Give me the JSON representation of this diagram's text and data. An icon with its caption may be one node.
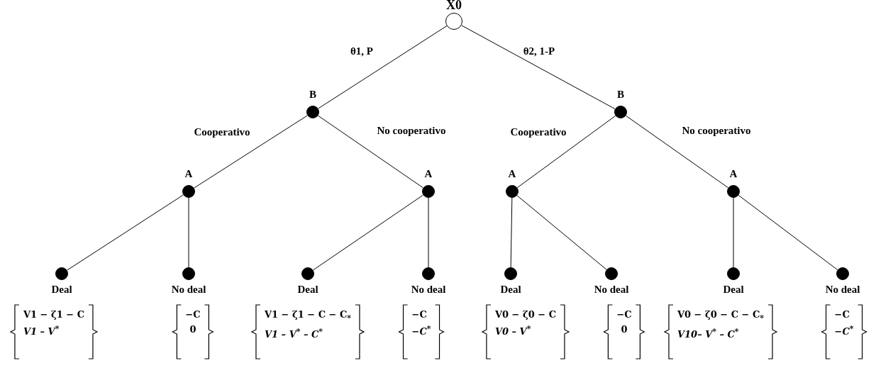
{
  "diagram": {
    "nodes": [
      {
        "text": [
          "X0"
        ]
      },
      {
        "text": [
          "B"
        ]
      },
      {
        "text": [
          "B"
        ]
      },
      {
        "text": [
          "A"
        ]
      },
      {
        "text": [
          "A"
        ]
      },
      {
        "text": [
          "A"
        ]
      },
      {
        "text": [
          "A"
        ]
      },
      {
        "text": [
          "Deal"
        ],
        "beside": [
          "V1 − ζ1 − C",
          "V1 – V$^{*}$"
        ]
      },
      {
        "text": [
          "No deal"
        ],
        "beside": [
          "−C",
          "0"
        ]
      },
      {
        "text": [
          "Deal"
        ],
        "beside": [
          "V1 − ζ1 − C − C$_{*}$",
          "V1 – V$^{*}$ – C$^{*}$"
        ]
      },
      {
        "text": [
          "No deal"
        ],
        "beside": [
          "−C",
          "−C$^{*}$"
        ]
      },
      {
        "text": [
          "Deal"
        ],
        "beside": [
          "V0 − ζ0 − C",
          "V0 – V$^{*}$"
        ]
      },
      {
        "text": [
          "No deal"
        ],
        "beside": [
          "−C",
          "0"
        ]
      },
      {
        "text": [
          "Deal"
        ],
        "beside": [
          "V0 − ζ0 − C − C$_{*}$",
          "V10– V$^{*}$ – C$^{*}$"
        ]
      },
      {
        "text": [
          "No deal"
        ],
        "beside": [
          "−C",
          "−C$^{*}$"
        ]
      }
    ],
    "edges": [
      {
        "from": 0,
        "to": 1,
        "arrow": "none",
        "label": "θ1, P"
      },
      {
        "from": 0,
        "to": 2,
        "arrow": "none",
        "label": "θ2, 1-P"
      },
      {
        "from": 1,
        "to": 3,
        "arrow": "none",
        "label": "Cooperativo"
      },
      {
        "from": 1,
        "to": 4,
        "arrow": "none",
        "label": "No cooperativo"
      },
      {
        "from": 2,
        "to": 5,
        "arrow": "none",
        "label": "Cooperativo"
      },
      {
        "from": 2,
        "to": 6,
        "arrow": "none",
        "label": "No cooperativo"
      },
      {
        "from": 3,
        "to": 7,
        "arrow": "none"
      },
      {
        "from": 3,
        "to": 8,
        "arrow": "none"
      },
      {
        "from": 4,
        "to": 9,
        "arrow": "none"
      },
      {
        "from": 4,
        "to": 10,
        "arrow": "none"
      },
      {
        "from": 5,
        "to": 11,
        "arrow": "none"
      },
      {
        "from": 5,
        "to": 12,
        "arrow": "none"
      },
      {
        "from": 6,
        "to": 13,
        "arrow": "none"
      },
      {
        "from": 6,
        "to": 14,
        "arrow": "none"
      }
    ]
  }
}
